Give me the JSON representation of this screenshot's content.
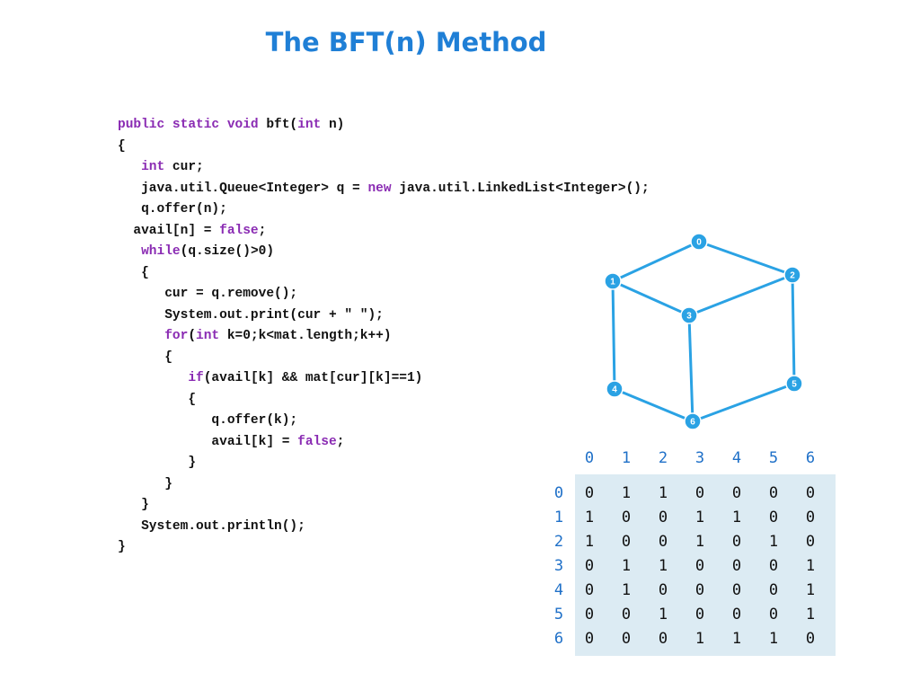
{
  "slide": {
    "title": "The BFT(n) Method"
  },
  "code": [
    [
      {
        "t": "public static void ",
        "k": true
      },
      {
        "t": "bft("
      },
      {
        "t": "int",
        "k": true
      },
      {
        "t": " n)"
      }
    ],
    [
      {
        "t": "{"
      }
    ],
    [
      {
        "t": "   "
      },
      {
        "t": "int",
        "k": true
      },
      {
        "t": " cur;"
      }
    ],
    [
      {
        "t": "   java.util.Queue<Integer> q = "
      },
      {
        "t": "new",
        "k": true
      },
      {
        "t": " java.util.LinkedList<Integer>();"
      }
    ],
    [
      {
        "t": "   q.offer(n);"
      }
    ],
    [
      {
        "t": "  avail[n] = "
      },
      {
        "t": "false",
        "k": true
      },
      {
        "t": ";"
      }
    ],
    [
      {
        "t": "   "
      },
      {
        "t": "while",
        "k": true
      },
      {
        "t": "(q.size()>0)"
      }
    ],
    [
      {
        "t": "   {"
      }
    ],
    [
      {
        "t": "      cur = q.remove();"
      }
    ],
    [
      {
        "t": "      System.out.print(cur + \" \");"
      }
    ],
    [
      {
        "t": "      "
      },
      {
        "t": "for",
        "k": true
      },
      {
        "t": "("
      },
      {
        "t": "int",
        "k": true
      },
      {
        "t": " k=0;k<mat.length;k++)"
      }
    ],
    [
      {
        "t": "      {"
      }
    ],
    [
      {
        "t": "         "
      },
      {
        "t": "if",
        "k": true
      },
      {
        "t": "(avail[k] && mat[cur][k]==1)"
      }
    ],
    [
      {
        "t": "         {"
      }
    ],
    [
      {
        "t": "            q.offer(k);"
      }
    ],
    [
      {
        "t": "            avail[k] = "
      },
      {
        "t": "false",
        "k": true
      },
      {
        "t": ";"
      }
    ],
    [
      {
        "t": "         }"
      }
    ],
    [
      {
        "t": "      }"
      }
    ],
    [
      {
        "t": "   }"
      }
    ],
    [
      {
        "t": "   System.out.println();"
      }
    ],
    [
      {
        "t": "}"
      }
    ]
  ],
  "graph": {
    "nodes": [
      "0",
      "1",
      "2",
      "3",
      "4",
      "5",
      "6"
    ],
    "edges": [
      [
        0,
        1
      ],
      [
        0,
        2
      ],
      [
        1,
        3
      ],
      [
        2,
        3
      ],
      [
        1,
        4
      ],
      [
        2,
        5
      ],
      [
        3,
        6
      ],
      [
        4,
        6
      ],
      [
        5,
        6
      ]
    ]
  },
  "matrix": {
    "col_headers": [
      "0",
      "1",
      "2",
      "3",
      "4",
      "5",
      "6"
    ],
    "row_headers": [
      "0",
      "1",
      "2",
      "3",
      "4",
      "5",
      "6"
    ],
    "rows": [
      [
        "0",
        "1",
        "1",
        "0",
        "0",
        "0",
        "0"
      ],
      [
        "1",
        "0",
        "0",
        "1",
        "1",
        "0",
        "0"
      ],
      [
        "1",
        "0",
        "0",
        "1",
        "0",
        "1",
        "0"
      ],
      [
        "0",
        "1",
        "1",
        "0",
        "0",
        "0",
        "1"
      ],
      [
        "0",
        "1",
        "0",
        "0",
        "0",
        "0",
        "1"
      ],
      [
        "0",
        "0",
        "1",
        "0",
        "0",
        "0",
        "1"
      ],
      [
        "0",
        "0",
        "0",
        "1",
        "1",
        "1",
        "0"
      ]
    ]
  },
  "colors": {
    "title": "#1f7fd6",
    "keyword": "#8a2bb3",
    "graph": "#2aa2e4",
    "matrix_bg": "#dcebf3",
    "header": "#1f70c8"
  }
}
